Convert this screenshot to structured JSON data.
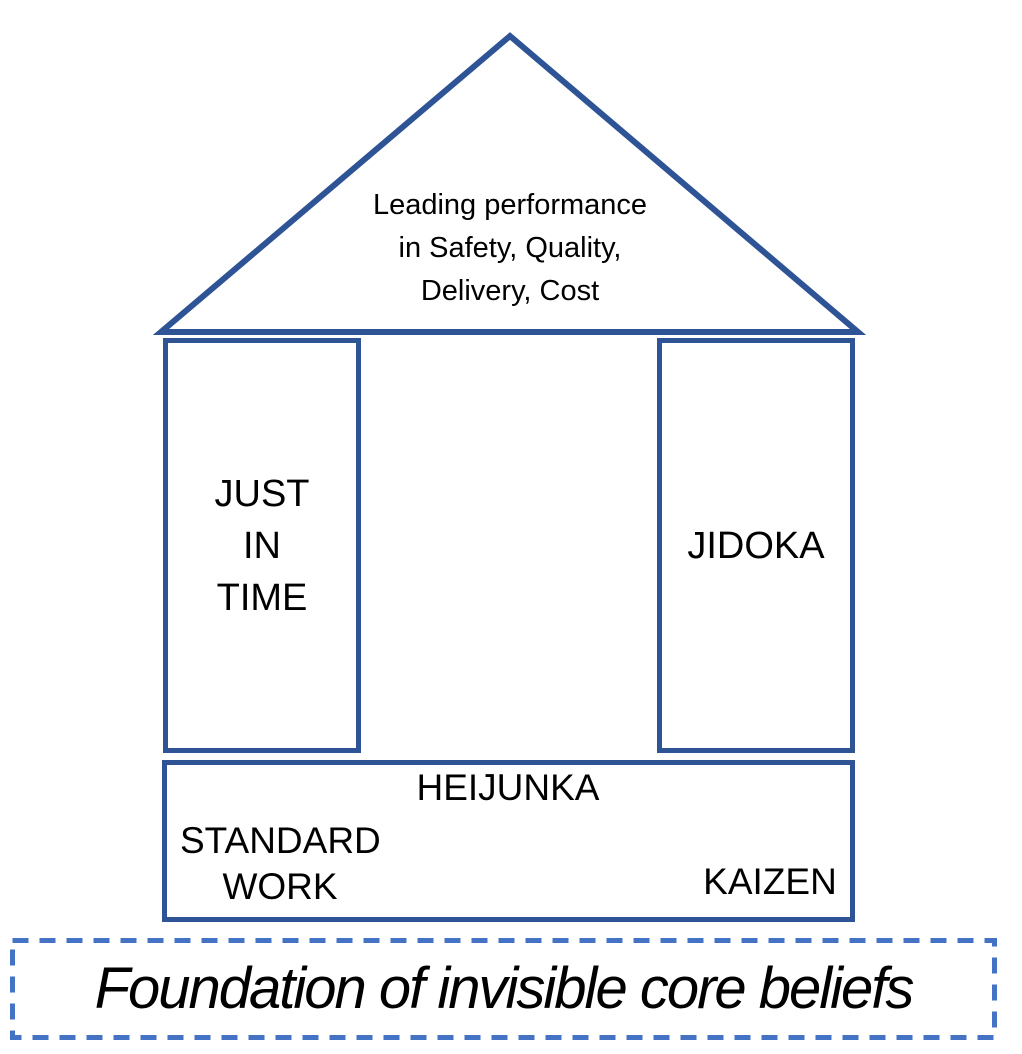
{
  "diagram": {
    "title_semantic": "Toyota Production System house diagram",
    "roof": {
      "lines": [
        "Leading performance",
        "in Safety, Quality,",
        "Delivery, Cost"
      ]
    },
    "left_pillar": {
      "lines": [
        "JUST",
        "IN",
        "TIME"
      ]
    },
    "right_pillar": {
      "label": "JIDOKA"
    },
    "base": {
      "heijunka_label": "HEIJUNKA",
      "standard_work_lines": [
        "STANDARD",
        "WORK"
      ],
      "kaizen_label": "KAIZEN"
    },
    "foundation": {
      "label": "Foundation of invisible core beliefs"
    },
    "colors": {
      "outline_stroke": "#2E5496",
      "foundation_dash_stroke": "#4472C4",
      "text": "#000000",
      "background": "#FFFFFF"
    }
  }
}
